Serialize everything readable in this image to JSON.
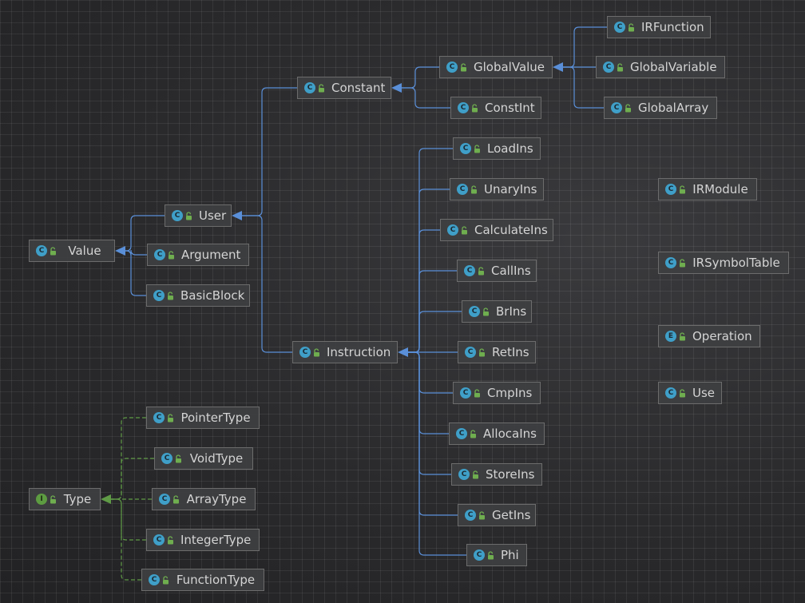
{
  "nodes": {
    "value": {
      "label": "Value",
      "kind": "C"
    },
    "user": {
      "label": "User",
      "kind": "C"
    },
    "argument": {
      "label": "Argument",
      "kind": "C"
    },
    "basicblock": {
      "label": "BasicBlock",
      "kind": "C"
    },
    "constant": {
      "label": "Constant",
      "kind": "C"
    },
    "globalvalue": {
      "label": "GlobalValue",
      "kind": "C"
    },
    "constint": {
      "label": "ConstInt",
      "kind": "C"
    },
    "irfunction": {
      "label": "IRFunction",
      "kind": "C"
    },
    "globalvariable": {
      "label": "GlobalVariable",
      "kind": "C"
    },
    "globalarray": {
      "label": "GlobalArray",
      "kind": "C"
    },
    "instruction": {
      "label": "Instruction",
      "kind": "C"
    },
    "loadins": {
      "label": "LoadIns",
      "kind": "C"
    },
    "unaryins": {
      "label": "UnaryIns",
      "kind": "C"
    },
    "calculateins": {
      "label": "CalculateIns",
      "kind": "C"
    },
    "callins": {
      "label": "CallIns",
      "kind": "C"
    },
    "brins": {
      "label": "BrIns",
      "kind": "C"
    },
    "retins": {
      "label": "RetIns",
      "kind": "C"
    },
    "cmpins": {
      "label": "CmpIns",
      "kind": "C"
    },
    "allocains": {
      "label": "AllocaIns",
      "kind": "C"
    },
    "storeins": {
      "label": "StoreIns",
      "kind": "C"
    },
    "getins": {
      "label": "GetIns",
      "kind": "C"
    },
    "phi": {
      "label": "Phi",
      "kind": "C"
    },
    "irmodule": {
      "label": "IRModule",
      "kind": "C"
    },
    "irsymboltable": {
      "label": "IRSymbolTable",
      "kind": "C"
    },
    "operation": {
      "label": "Operation",
      "kind": "E"
    },
    "use": {
      "label": "Use",
      "kind": "C"
    },
    "type": {
      "label": "Type",
      "kind": "I"
    },
    "pointertype": {
      "label": "PointerType",
      "kind": "C"
    },
    "voidtype": {
      "label": "VoidType",
      "kind": "C"
    },
    "arraytype": {
      "label": "ArrayType",
      "kind": "C"
    },
    "integertype": {
      "label": "IntegerType",
      "kind": "C"
    },
    "functiontype": {
      "label": "FunctionType",
      "kind": "C"
    }
  },
  "edges": [
    {
      "from": "user",
      "to": "value",
      "style": "extends"
    },
    {
      "from": "argument",
      "to": "value",
      "style": "extends"
    },
    {
      "from": "basicblock",
      "to": "value",
      "style": "extends"
    },
    {
      "from": "constant",
      "to": "user",
      "style": "extends"
    },
    {
      "from": "instruction",
      "to": "user",
      "style": "extends"
    },
    {
      "from": "globalvalue",
      "to": "constant",
      "style": "extends"
    },
    {
      "from": "constint",
      "to": "constant",
      "style": "extends"
    },
    {
      "from": "irfunction",
      "to": "globalvalue",
      "style": "extends"
    },
    {
      "from": "globalvariable",
      "to": "globalvalue",
      "style": "extends"
    },
    {
      "from": "globalarray",
      "to": "globalvalue",
      "style": "extends"
    },
    {
      "from": "loadins",
      "to": "instruction",
      "style": "extends"
    },
    {
      "from": "unaryins",
      "to": "instruction",
      "style": "extends"
    },
    {
      "from": "calculateins",
      "to": "instruction",
      "style": "extends"
    },
    {
      "from": "callins",
      "to": "instruction",
      "style": "extends"
    },
    {
      "from": "brins",
      "to": "instruction",
      "style": "extends"
    },
    {
      "from": "retins",
      "to": "instruction",
      "style": "extends"
    },
    {
      "from": "cmpins",
      "to": "instruction",
      "style": "extends"
    },
    {
      "from": "allocains",
      "to": "instruction",
      "style": "extends"
    },
    {
      "from": "storeins",
      "to": "instruction",
      "style": "extends"
    },
    {
      "from": "getins",
      "to": "instruction",
      "style": "extends"
    },
    {
      "from": "phi",
      "to": "instruction",
      "style": "extends"
    },
    {
      "from": "pointertype",
      "to": "type",
      "style": "implements"
    },
    {
      "from": "voidtype",
      "to": "type",
      "style": "implements"
    },
    {
      "from": "arraytype",
      "to": "type",
      "style": "implements"
    },
    {
      "from": "integertype",
      "to": "type",
      "style": "implements"
    },
    {
      "from": "functiontype",
      "to": "type",
      "style": "implements"
    }
  ],
  "colors": {
    "extends": "#5a8fd8",
    "implements": "#5f9a46",
    "class_icon": "#3f9fc8",
    "interface_icon": "#5d9c41",
    "lock_icon": "#6fae4f"
  },
  "icons": {
    "class": "class-icon",
    "interface": "interface-icon",
    "enum": "enum-icon",
    "visibility": "unlock-icon"
  }
}
